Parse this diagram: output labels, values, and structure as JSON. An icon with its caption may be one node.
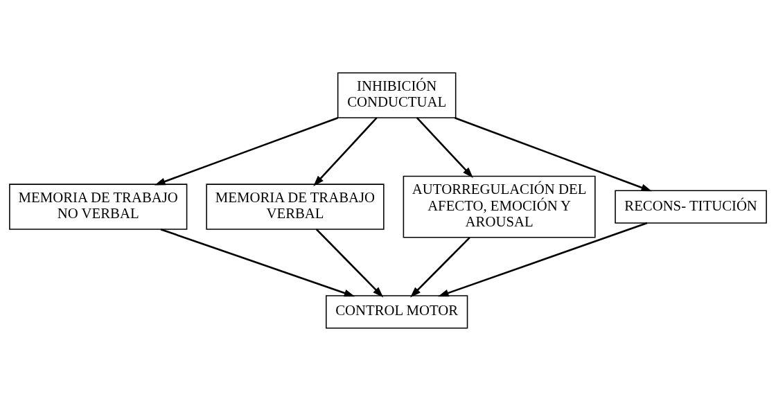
{
  "diagram": {
    "nodes": [
      {
        "text": [
          "INHIBICIÓN CONDUCTUAL"
        ]
      },
      {
        "text": [
          "MEMORIA DE TRABAJO NO VERBAL"
        ]
      },
      {
        "text": [
          "MEMORIA DE TRABAJO VERBAL"
        ]
      },
      {
        "text": [
          "AUTORREGULACIÓN DEL AFECTO, EMOCIÓN Y AROUSAL"
        ]
      },
      {
        "text": [
          "RECONS- TITUCIÓN"
        ]
      },
      {
        "text": [
          "CONTROL MOTOR"
        ]
      }
    ],
    "edges": [
      {
        "from": 0,
        "to": 1,
        "arrow": "to"
      },
      {
        "from": 0,
        "to": 2,
        "arrow": "to"
      },
      {
        "from": 0,
        "to": 3,
        "arrow": "to"
      },
      {
        "from": 0,
        "to": 4,
        "arrow": "to"
      },
      {
        "from": 1,
        "to": 5,
        "arrow": "to"
      },
      {
        "from": 2,
        "to": 5,
        "arrow": "to"
      },
      {
        "from": 3,
        "to": 5,
        "arrow": "to"
      },
      {
        "from": 4,
        "to": 5,
        "arrow": "to"
      }
    ]
  }
}
